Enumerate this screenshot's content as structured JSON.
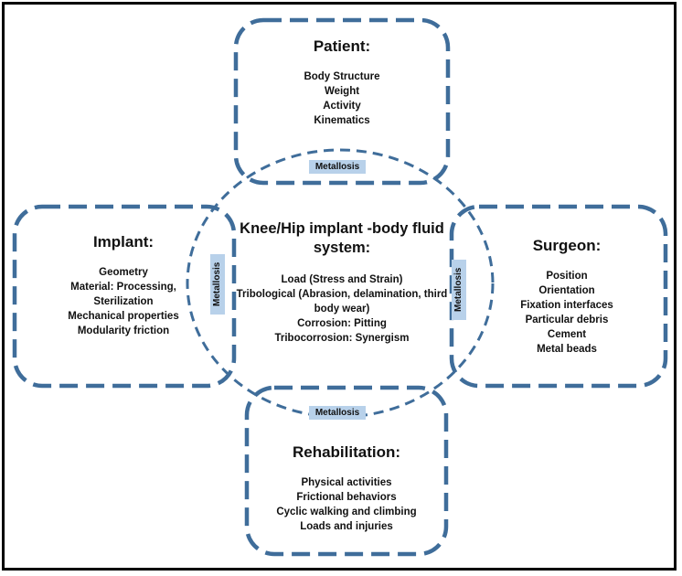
{
  "center": {
    "title": "Knee/Hip implant -body fluid system:",
    "items": [
      "Load (Stress and Strain)",
      "Tribological (Abrasion, delamination, third body wear)",
      "Corrosion: Pitting",
      "Tribocorrosion: Synergism"
    ]
  },
  "patient": {
    "title": "Patient:",
    "items": [
      "Body Structure",
      "Weight",
      "Activity",
      "Kinematics"
    ]
  },
  "implant": {
    "title": "Implant:",
    "items": [
      "Geometry",
      "Material: Processing, Sterilization",
      "Mechanical properties",
      "Modularity friction"
    ]
  },
  "surgeon": {
    "title": "Surgeon:",
    "items": [
      "Position",
      "Orientation",
      "Fixation interfaces",
      "Particular debris",
      "Cement",
      "Metal beads"
    ]
  },
  "rehabilitation": {
    "title": "Rehabilitation:",
    "items": [
      "Physical activities",
      "Frictional behaviors",
      "Cyclic walking and climbing",
      "Loads and injuries"
    ]
  },
  "tags": {
    "top": "Metallosis",
    "left": "Metallosis",
    "right": "Metallosis",
    "bottom": "Metallosis"
  },
  "colors": {
    "dash": "#3f6d9a",
    "tag_fill": "#b8d1ea"
  }
}
